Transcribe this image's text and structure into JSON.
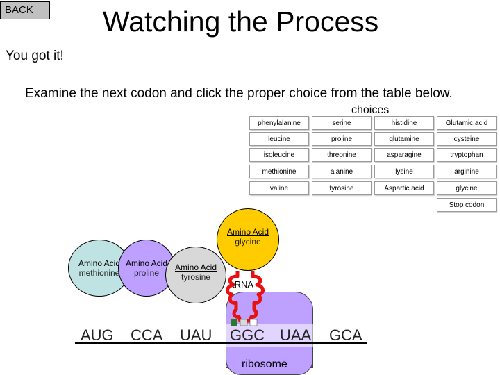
{
  "nav": {
    "back_label": "BACK"
  },
  "header": {
    "title": "Watching the Process"
  },
  "feedback": "You got it!",
  "instruction": "Examine the next codon and click the proper choice from the table below.",
  "choices": {
    "header": "choices",
    "rows": [
      [
        "phenylalanine",
        "serine",
        "histidine",
        "Glutamic acid"
      ],
      [
        "leucine",
        "proline",
        "glutamine",
        "cysteine"
      ],
      [
        "isoleucine",
        "threonine",
        "asparagine",
        "tryptophan"
      ],
      [
        "methionine",
        "alanine",
        "lysine",
        "arginine"
      ],
      [
        "valine",
        "tyrosine",
        "Aspartic acid",
        "glycine"
      ]
    ],
    "stop": "Stop codon"
  },
  "amino_acids": [
    {
      "header": "Amino Acid",
      "name": "methionine",
      "color": "#bfe3e3"
    },
    {
      "header": "Amino Acid",
      "name": "proline",
      "color": "#bda0ff"
    },
    {
      "header": "Amino Acid",
      "name": "tyrosine",
      "color": "#d8d8d8"
    },
    {
      "header": "Amino Acid",
      "name": "glycine",
      "color": "#ffcc00"
    }
  ],
  "codons": [
    "AUG",
    "CCA",
    "UAU",
    "GGC",
    "UAA",
    "GCA"
  ],
  "labels": {
    "trna": "tRNA",
    "ribosome": "ribosome"
  },
  "colors": {
    "trna": "#e81010",
    "ribosome": "#bda0ff"
  }
}
